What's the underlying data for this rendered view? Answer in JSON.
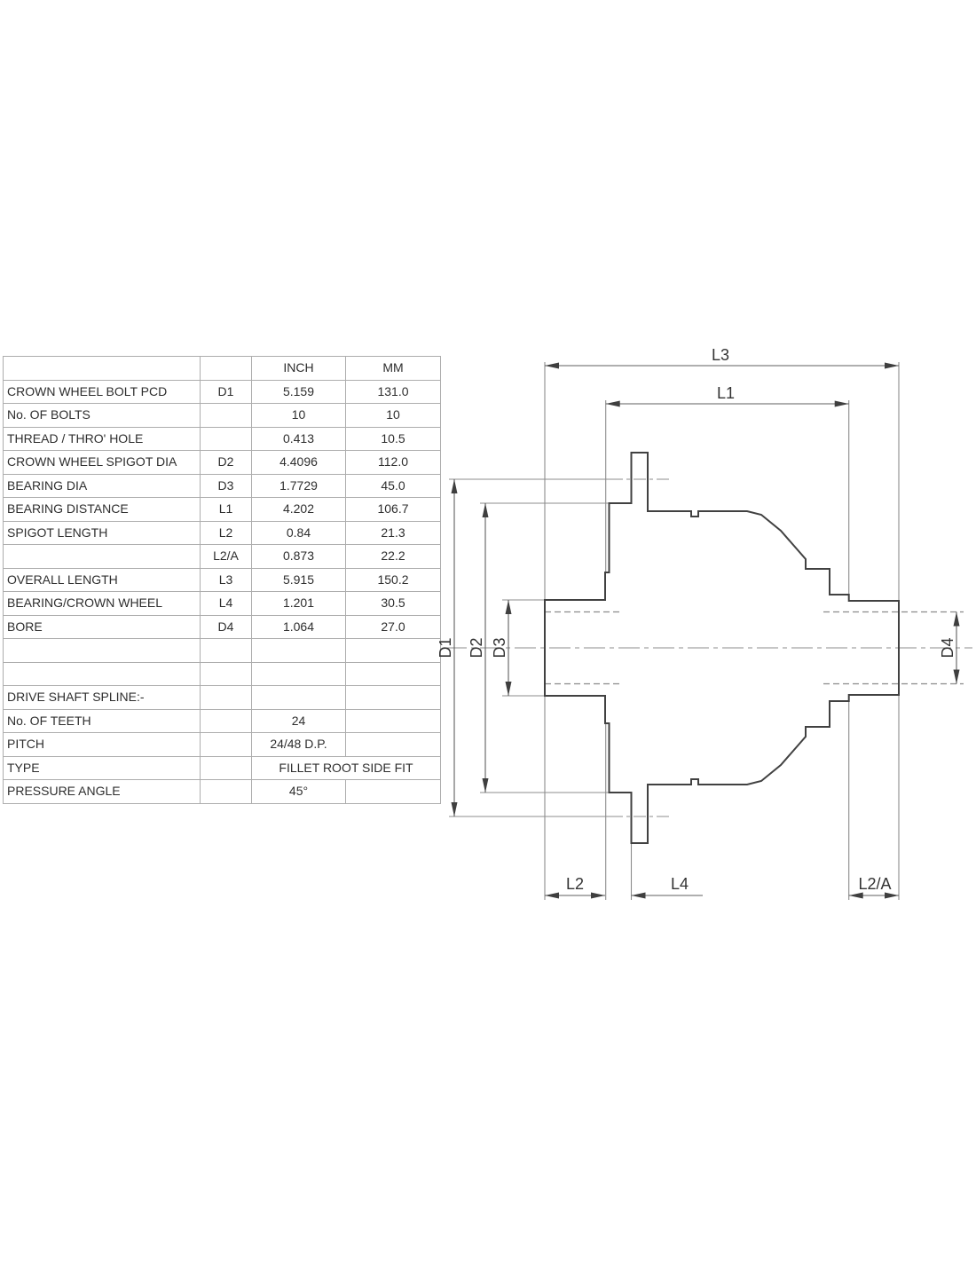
{
  "table": {
    "col_headers": {
      "inch": "INCH",
      "mm": "MM"
    },
    "rows": [
      {
        "label": "CROWN WHEEL BOLT PCD",
        "sym": "D1",
        "inch": "5.159",
        "mm": "131.0",
        "box": "both"
      },
      {
        "label": "No. OF BOLTS",
        "sym": "",
        "inch": "10",
        "mm": "10",
        "box": "both"
      },
      {
        "label": "THREAD / THRO' HOLE",
        "sym": "",
        "inch": "0.413",
        "mm": "10.5",
        "box": "both"
      },
      {
        "label": "CROWN WHEEL SPIGOT DIA",
        "sym": "D2",
        "inch": "4.4096",
        "mm": "112.0",
        "box": "both"
      },
      {
        "label": "BEARING DIA",
        "sym": "D3",
        "inch": "1.7729",
        "mm": "45.0",
        "box": "both"
      },
      {
        "label": "BEARING DISTANCE",
        "sym": "L1",
        "inch": "4.202",
        "mm": "106.7",
        "box": "both"
      },
      {
        "label": "SPIGOT LENGTH",
        "sym": "L2",
        "inch": "0.84",
        "mm": "21.3",
        "box": "both"
      },
      {
        "label": "",
        "sym": "L2/A",
        "inch": "0.873",
        "mm": "22.2",
        "box": "both"
      },
      {
        "label": "OVERALL LENGTH",
        "sym": "L3",
        "inch": "5.915",
        "mm": "150.2",
        "box": "both"
      },
      {
        "label": "BEARING/CROWN WHEEL",
        "sym": "L4",
        "inch": "1.201",
        "mm": "30.5",
        "box": "both"
      },
      {
        "label": "BORE",
        "sym": "D4",
        "inch": "1.064",
        "mm": "27.0",
        "box": "both"
      },
      {
        "label": "",
        "sym": "",
        "inch": "",
        "mm": "",
        "box": "none"
      },
      {
        "label": "",
        "sym": "",
        "inch": "",
        "mm": "",
        "box": "none"
      },
      {
        "label": "DRIVE SHAFT SPLINE:-",
        "sym": "",
        "inch": "",
        "mm": "",
        "box": "none"
      },
      {
        "label": "No. OF TEETH",
        "sym": "",
        "inch": "24",
        "mm": "",
        "box": "inch"
      },
      {
        "label": "PITCH",
        "sym": "",
        "inch": "24/48 D.P.",
        "mm": "",
        "box": "inch"
      },
      {
        "label": "TYPE",
        "sym": "",
        "inch": "FILLET ROOT SIDE FIT",
        "mm": "",
        "box": "span"
      },
      {
        "label": "PRESSURE ANGLE",
        "sym": "",
        "inch": "45°",
        "mm": "",
        "box": "inch"
      }
    ]
  },
  "drawing": {
    "labels": {
      "l3": "L3",
      "l1": "L1",
      "l2": "L2",
      "l4": "L4",
      "l2a": "L2/A",
      "d1": "D1",
      "d2": "D2",
      "d3": "D3",
      "d4": "D4"
    }
  },
  "colors": {
    "background": "#ffffff",
    "outline": "#414141",
    "thin_line": "#8c8c8c",
    "text": "#2e2e2e",
    "grid_light": "#adadad",
    "grid_dark": "#3f3f3f"
  }
}
